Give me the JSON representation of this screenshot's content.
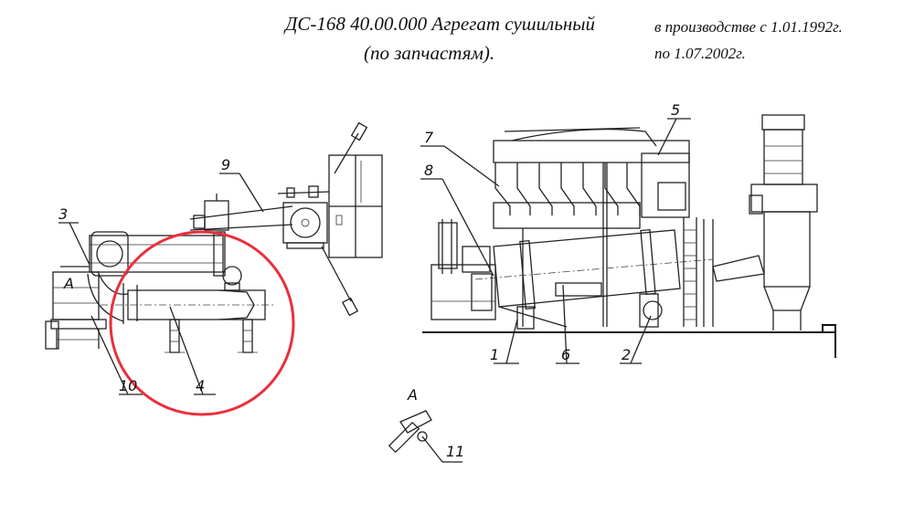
{
  "title": {
    "main": "ДС-168 40.00.000 Агрегат сушильный",
    "sub": "(по запчастям).",
    "date_from": "в производстве с 1.01.1992г.",
    "date_to": "по 1.07.2002г."
  },
  "callouts": {
    "c1": "1",
    "c2": "2",
    "c3": "3",
    "c4": "4",
    "c5": "5",
    "c6": "6",
    "c7": "7",
    "c8": "8",
    "c9": "9",
    "c10": "10",
    "c11": "11",
    "view_a_left": "А",
    "view_a_detail": "А"
  },
  "colors": {
    "highlight_circle": "#e8303c",
    "line": "#222222"
  }
}
